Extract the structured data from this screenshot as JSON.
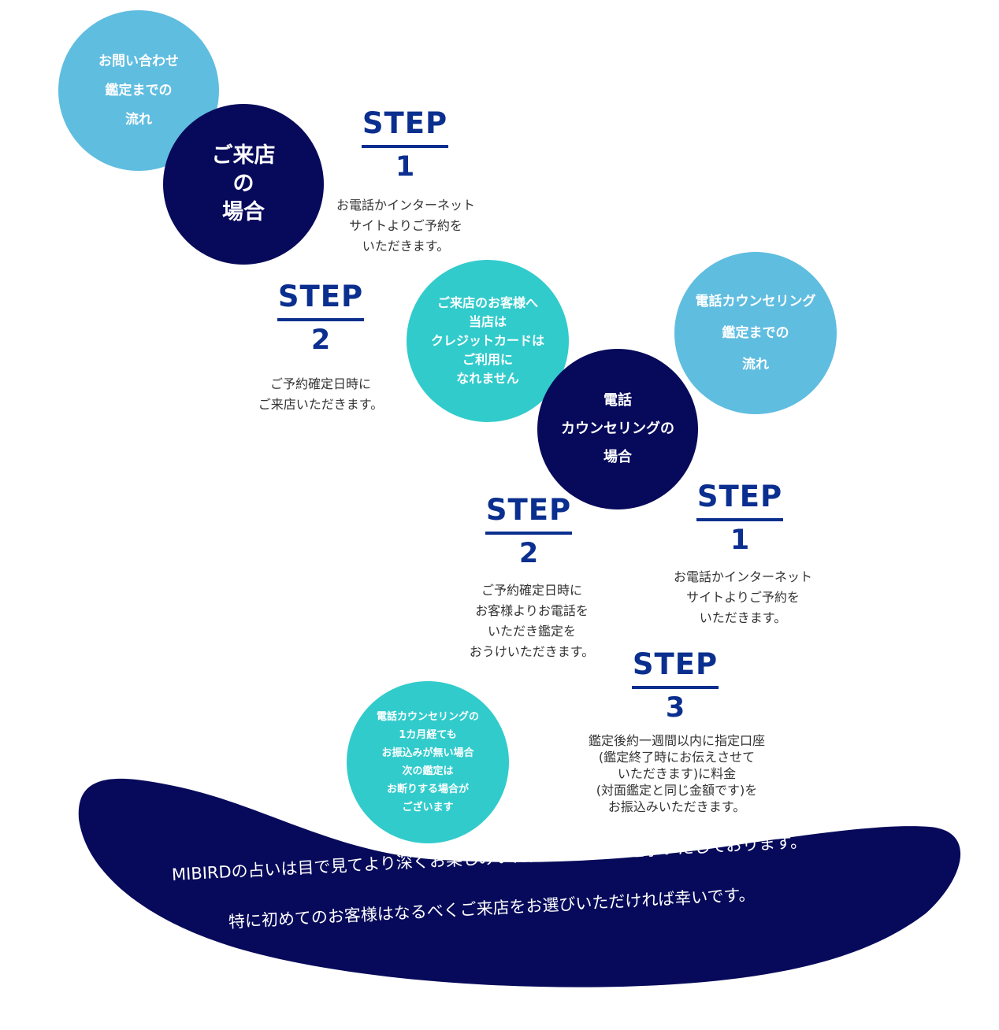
{
  "visit_flow_circle": {
    "lines": [
      "お問い合わせ",
      "鑑定までの",
      "流れ"
    ]
  },
  "visit_circle": {
    "lines": [
      "ご来店",
      "の",
      "場合"
    ]
  },
  "visit_step1": {
    "label": "STEP",
    "number": "1",
    "desc": [
      "お電話かインターネット",
      "サイトよりご予約を",
      "いただきます。"
    ]
  },
  "visit_step2": {
    "label": "STEP",
    "number": "2",
    "desc": [
      "ご予約確定日時に",
      "ご来店いただきます。"
    ]
  },
  "card_notice": {
    "lines": [
      "ご来店のお客様へ",
      "当店は",
      "クレジットカードは",
      "ご利用に",
      "なれません"
    ]
  },
  "phone_flow_circle": {
    "lines": [
      "電話カウンセリング",
      "鑑定までの",
      "流れ"
    ]
  },
  "phone_circle": {
    "lines": [
      "電話",
      "カウンセリングの",
      "場合"
    ]
  },
  "phone_step1": {
    "label": "STEP",
    "number": "1",
    "desc": [
      "お電話かインターネット",
      "サイトよりご予約を",
      "いただきます。"
    ]
  },
  "phone_step2": {
    "label": "STEP",
    "number": "2",
    "desc": [
      "ご予約確定日時に",
      "お客様よりお電話を",
      "いただき鑑定を",
      "おうけいただきます。"
    ]
  },
  "phone_step3": {
    "label": "STEP",
    "number": "3",
    "desc": [
      "鑑定後約一週間以内に指定口座",
      "(鑑定終了時にお伝えさせて",
      "いただきます)に料金",
      "(対面鑑定と同じ金額です)を",
      "お振込みいただきます。"
    ]
  },
  "payment_notice": {
    "lines": [
      "電話カウンセリングの",
      "1カ月経ても",
      "お振込みが無い場合",
      "次の鑑定は",
      "お断りする場合が",
      "ございます"
    ]
  },
  "closing": {
    "line1": "MIBIRDの占いは目で見てより深くお楽しみいただけるものを追求いたしております。",
    "line2": "特に初めてのお客様はなるべくご来店をお選びいただければ幸いです。"
  },
  "colors": {
    "light_blue": "#5fbde0",
    "teal": "#32cbcc",
    "navy": "#070a5a",
    "step_blue": "#0b2f8f"
  }
}
